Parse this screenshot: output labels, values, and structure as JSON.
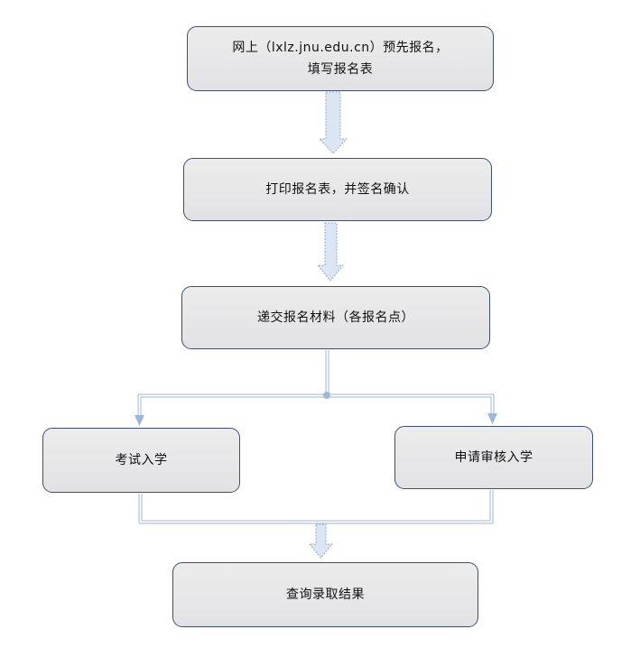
{
  "flowchart": {
    "nodes": [
      {
        "id": "n1",
        "lines": [
          "网上（lxlz.jnu.edu.cn）预先报名，",
          "填写报名表"
        ]
      },
      {
        "id": "n2",
        "lines": [
          "打印报名表，并签名确认"
        ]
      },
      {
        "id": "n3",
        "lines": [
          "递交报名材料（各报名点）"
        ]
      },
      {
        "id": "n4",
        "lines": [
          "考试入学"
        ]
      },
      {
        "id": "n5",
        "lines": [
          "申请审核入学"
        ]
      },
      {
        "id": "n6",
        "lines": [
          "查询录取结果"
        ]
      }
    ],
    "edges": [
      {
        "from": "n1",
        "to": "n2",
        "style": "block-arrow"
      },
      {
        "from": "n2",
        "to": "n3",
        "style": "block-arrow"
      },
      {
        "from": "n3",
        "to": "n4",
        "style": "double-line-branch"
      },
      {
        "from": "n3",
        "to": "n5",
        "style": "double-line-branch"
      },
      {
        "from": "n4",
        "to": "n6",
        "style": "double-line-merge"
      },
      {
        "from": "n5",
        "to": "n6",
        "style": "double-line-merge"
      }
    ]
  },
  "colors": {
    "node_fill": "#e6e6e8",
    "node_border": "#3b4f7a",
    "arrow_fill": "#dce6f2",
    "arrow_stroke": "#8eaad0",
    "connector": "#9ab7dd",
    "text": "#111111"
  }
}
